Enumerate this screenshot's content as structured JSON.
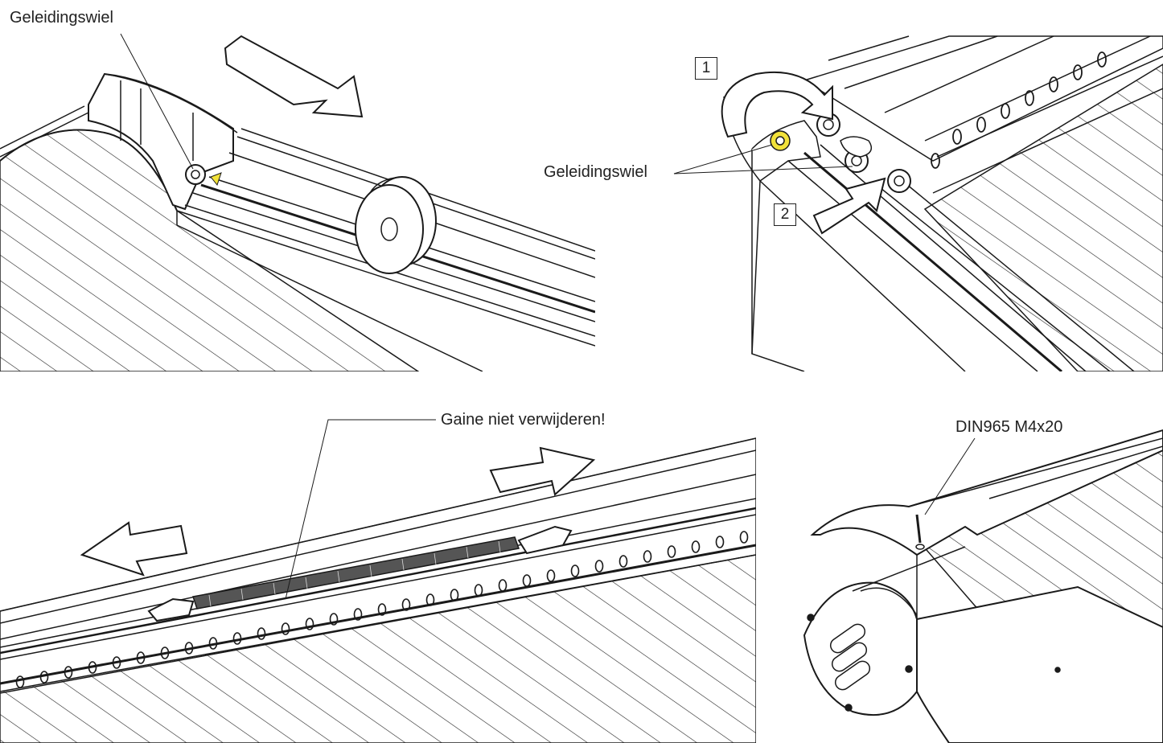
{
  "panels": [
    {
      "id": "top-left",
      "labels": [
        "Geleidingswiel"
      ]
    },
    {
      "id": "top-right",
      "labels": [
        "Geleidingswiel"
      ],
      "steps": [
        "1",
        "2"
      ]
    },
    {
      "id": "bottom-left",
      "labels": [
        "Gaine niet verwijderen!"
      ]
    },
    {
      "id": "bottom-right",
      "labels": [
        "DIN965 M4x20"
      ]
    }
  ],
  "colors": {
    "line": "#1a1a1a",
    "hatch": "#222222",
    "highlight": "#f2e23a",
    "background": "#ffffff"
  }
}
